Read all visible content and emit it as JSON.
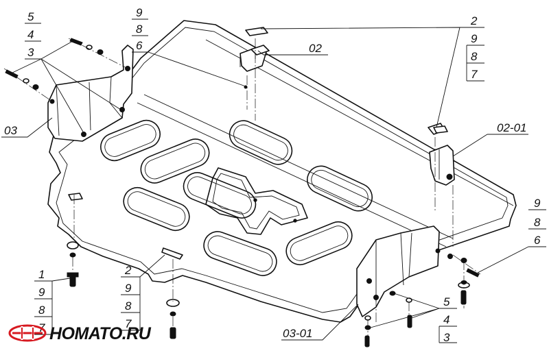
{
  "callouts": {
    "g_top_left": [
      "5",
      "4",
      "3"
    ],
    "g_top_mid": [
      "9",
      "8",
      "6"
    ],
    "g_top_right": [
      "2",
      "9",
      "8",
      "7"
    ],
    "g_right_mid": [
      "9",
      "8",
      "6"
    ],
    "g_bottom_left": [
      "1",
      "9",
      "8",
      "7"
    ],
    "g_bottom_mid": [
      "2",
      "9",
      "8",
      "7"
    ],
    "g_bottom_right": [
      "5",
      "4",
      "3"
    ]
  },
  "parts": {
    "left_bracket": "03",
    "top_bracket": "02",
    "right_bracket": "02-01",
    "bottom_bracket": "03-01"
  },
  "brand": {
    "name": "HOMATO.RU",
    "accent": "#d71920"
  }
}
